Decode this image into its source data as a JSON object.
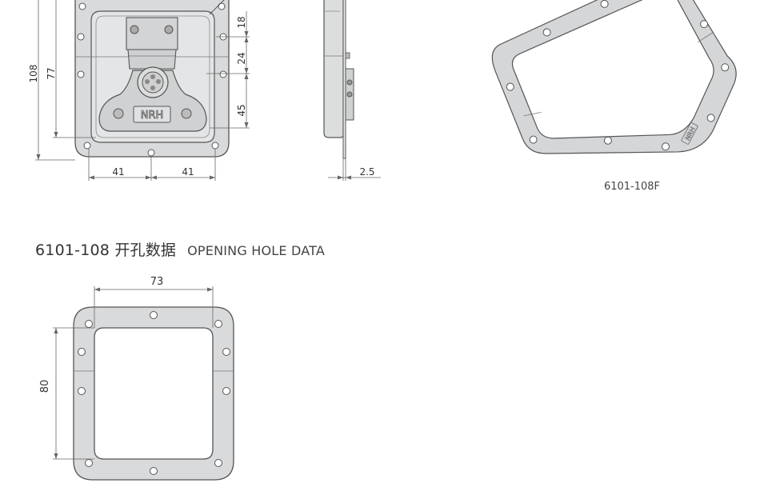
{
  "product": {
    "model": "6101-108",
    "flange_model": "6101-108F",
    "logo_text": "NRH"
  },
  "front_view": {
    "dims": {
      "overall_height": "108",
      "inner_height": "77",
      "top_segment": "18",
      "mid_segment": "24",
      "lower_segment": "45",
      "left_half": "41",
      "right_half": "41"
    }
  },
  "side_view": {
    "dims": {
      "thickness": "2.5"
    }
  },
  "opening_hole": {
    "title": "6101-108 开孔数据",
    "subtitle": "OPENING HOLE DATA",
    "dims": {
      "width": "73",
      "height": "80"
    }
  },
  "colors": {
    "line": "#555555",
    "plate_fill": "#d9dadb",
    "plate_inner": "#e6e7e8",
    "flange_fill": "#d4d6d8",
    "dim_line": "#666666"
  }
}
